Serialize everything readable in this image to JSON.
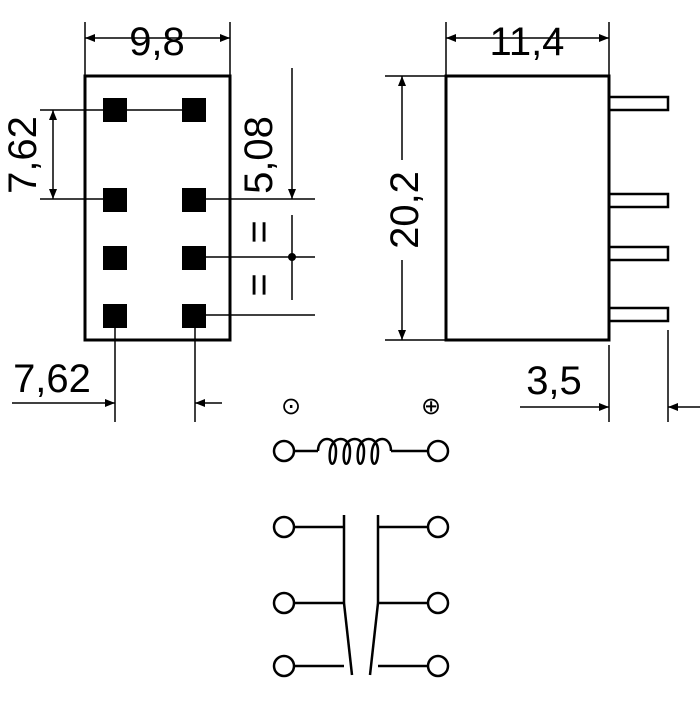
{
  "drawing": {
    "top_view": {
      "width_label": "9,8",
      "row_pitch_label": "7,62",
      "pin_offset_label": "5,08",
      "equal_spacing_label": "=",
      "column_pitch_label": "7,62"
    },
    "side_view": {
      "depth_label": "11,4",
      "height_label": "20,2",
      "pin_length_label": "3,5"
    },
    "schematic": {
      "minus_symbol": "⊙",
      "plus_symbol": "⊕"
    }
  },
  "colors": {
    "line": "#000000",
    "background": "#ffffff"
  }
}
